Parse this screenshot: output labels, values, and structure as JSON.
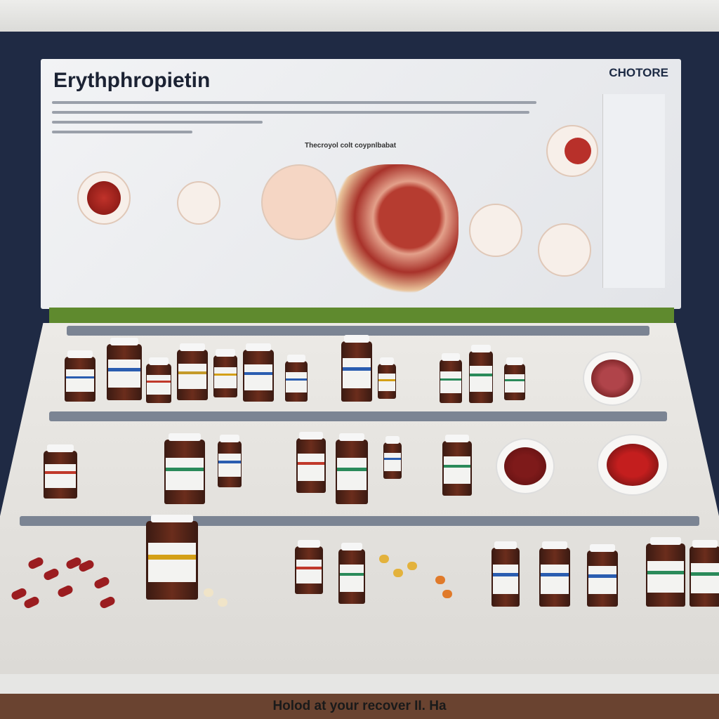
{
  "poster": {
    "title": "Erythphropietin",
    "corner_label": "CHOTORE",
    "diagram_heading": "Thecroyol colt coypnlbabat"
  },
  "footer": {
    "text": "Holod at your recover II. Ha"
  },
  "colors": {
    "board": "#1f2a44",
    "accent_green": "#5f8a2e",
    "bottle_amber": "#6b2d1c",
    "organ_red": "#a8322a"
  }
}
